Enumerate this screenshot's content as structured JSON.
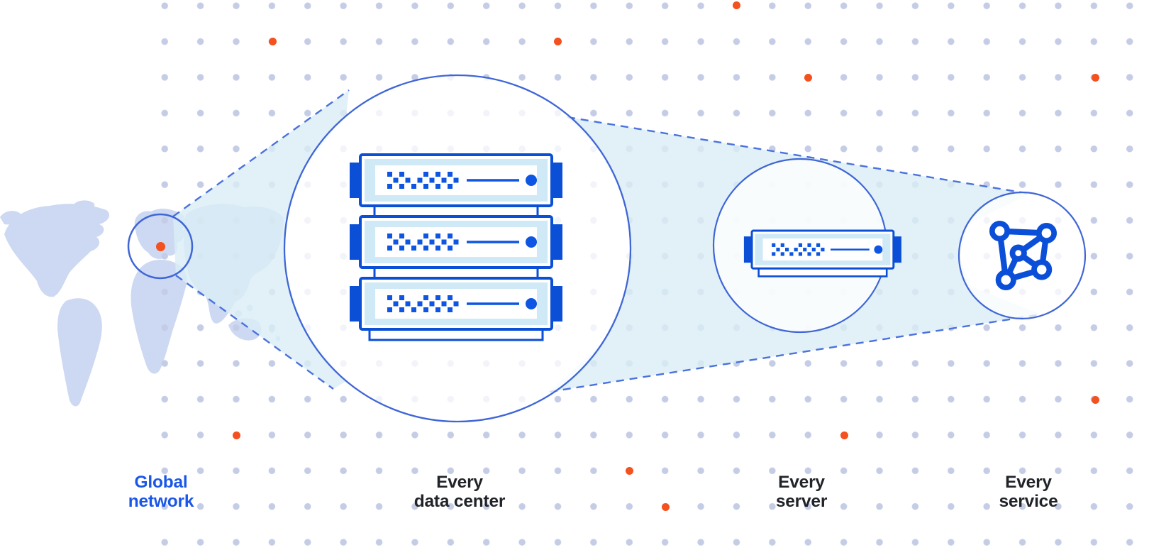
{
  "diagram": {
    "stages": [
      {
        "id": "global-network",
        "label": "Global\nnetwork",
        "label_color": "#1a56e8"
      },
      {
        "id": "every-data-center",
        "label": "Every\ndata center",
        "label_color": "#202328"
      },
      {
        "id": "every-server",
        "label": "Every\nserver",
        "label_color": "#202328"
      },
      {
        "id": "every-service",
        "label": "Every\nservice",
        "label_color": "#202328"
      }
    ],
    "icons": [
      "world-map",
      "map-region-circle",
      "location-marker-dot",
      "server-rack-stack-icon",
      "single-server-icon",
      "network-graph-icon"
    ],
    "colors": {
      "accent_orange": "#f4511e",
      "server_blue": "#0a4fd6",
      "circle_stroke": "#3f66d6",
      "dashed_line": "#4b72dd",
      "cone_fill": "#d9edf5",
      "grid_dot": "#c5cde6",
      "map_fill": "#cdd9f2",
      "server_band": "#cfe9f7",
      "label_dark": "#202328",
      "label_blue": "#1a56e8"
    }
  }
}
